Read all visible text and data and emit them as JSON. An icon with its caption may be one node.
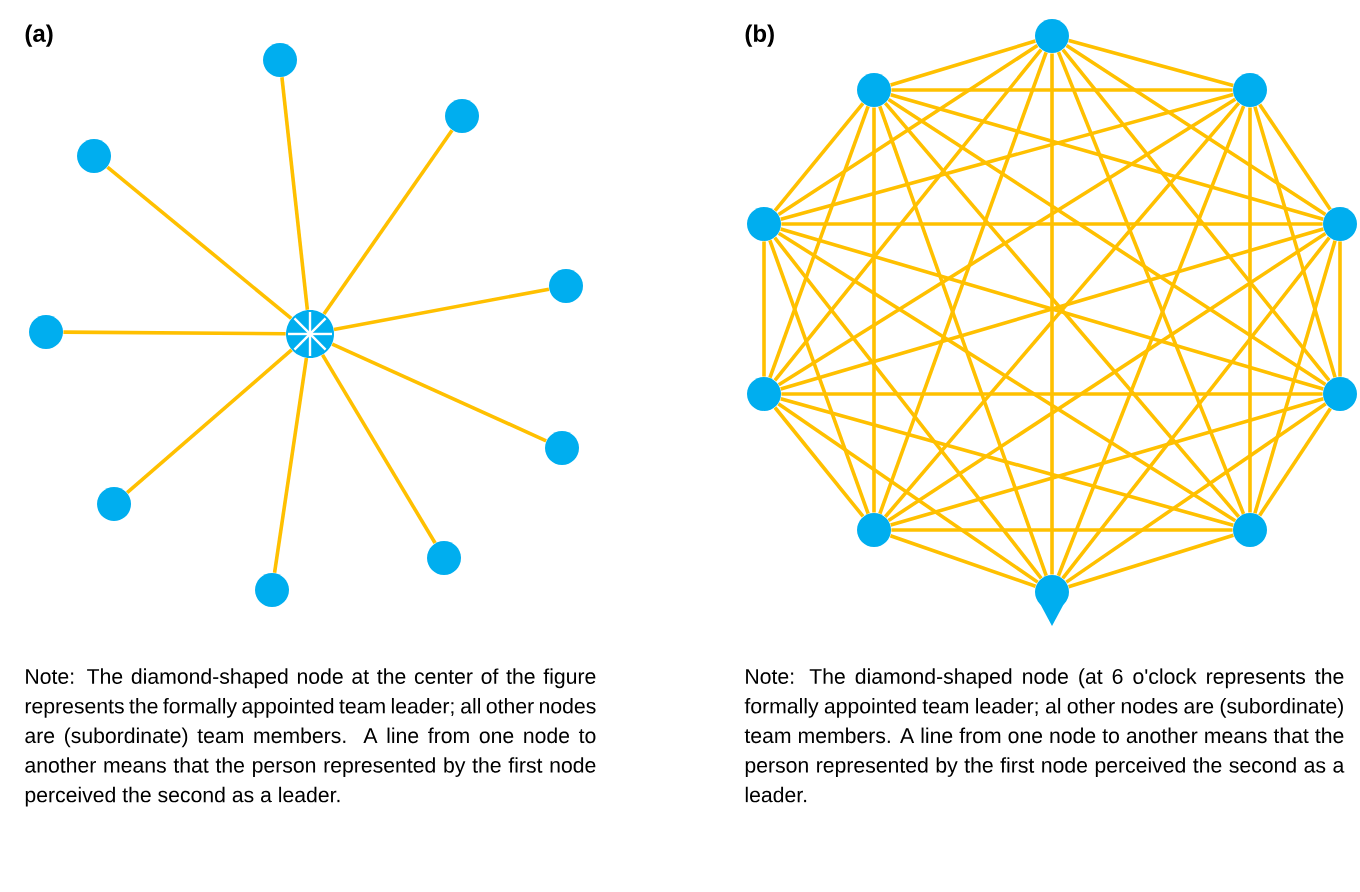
{
  "diagram": {
    "nodes": [
      {
        "text": [],
        "shape": "circle"
      },
      {
        "text": [],
        "shape": "circle"
      },
      {
        "text": [],
        "shape": "circle"
      },
      {
        "text": [],
        "shape": "circle"
      },
      {
        "text": [],
        "shape": "circle"
      },
      {
        "text": [],
        "shape": "circle"
      },
      {
        "text": [],
        "shape": "circle"
      },
      {
        "text": [],
        "shape": "circle"
      },
      {
        "text": [],
        "shape": "circle"
      },
      {
        "text": [],
        "shape": "wheel"
      },
      {
        "text": [],
        "shape": "circle"
      },
      {
        "text": [],
        "shape": "circle"
      },
      {
        "text": [],
        "shape": "circle"
      },
      {
        "text": [],
        "shape": "circle"
      },
      {
        "text": [],
        "shape": "circle"
      },
      {
        "text": [],
        "shape": "drop"
      },
      {
        "text": [],
        "shape": "circle"
      },
      {
        "text": [],
        "shape": "circle"
      },
      {
        "text": [],
        "shape": "circle"
      },
      {
        "text": [],
        "shape": "circle"
      }
    ],
    "edges": [
      {
        "from": 0,
        "to": 9,
        "arrow": "none"
      },
      {
        "from": 1,
        "to": 9,
        "arrow": "none"
      },
      {
        "from": 2,
        "to": 9,
        "arrow": "none"
      },
      {
        "from": 3,
        "to": 9,
        "arrow": "none"
      },
      {
        "from": 4,
        "to": 9,
        "arrow": "none"
      },
      {
        "from": 5,
        "to": 9,
        "arrow": "none"
      },
      {
        "from": 6,
        "to": 9,
        "arrow": "none"
      },
      {
        "from": 7,
        "to": 9,
        "arrow": "none"
      },
      {
        "from": 8,
        "to": 9,
        "arrow": "none"
      },
      {
        "from": 10,
        "to": 11,
        "arrow": "none"
      },
      {
        "from": 10,
        "to": 12,
        "arrow": "none"
      },
      {
        "from": 10,
        "to": 13,
        "arrow": "none"
      },
      {
        "from": 10,
        "to": 14,
        "arrow": "none"
      },
      {
        "from": 10,
        "to": 15,
        "arrow": "none"
      },
      {
        "from": 10,
        "to": 16,
        "arrow": "none"
      },
      {
        "from": 10,
        "to": 17,
        "arrow": "none"
      },
      {
        "from": 10,
        "to": 18,
        "arrow": "none"
      },
      {
        "from": 10,
        "to": 19,
        "arrow": "none"
      },
      {
        "from": 11,
        "to": 12,
        "arrow": "none"
      },
      {
        "from": 11,
        "to": 13,
        "arrow": "none"
      },
      {
        "from": 11,
        "to": 14,
        "arrow": "none"
      },
      {
        "from": 11,
        "to": 15,
        "arrow": "none"
      },
      {
        "from": 11,
        "to": 16,
        "arrow": "none"
      },
      {
        "from": 11,
        "to": 17,
        "arrow": "none"
      },
      {
        "from": 11,
        "to": 18,
        "arrow": "none"
      },
      {
        "from": 11,
        "to": 19,
        "arrow": "none"
      },
      {
        "from": 12,
        "to": 13,
        "arrow": "none"
      },
      {
        "from": 12,
        "to": 14,
        "arrow": "none"
      },
      {
        "from": 12,
        "to": 15,
        "arrow": "none"
      },
      {
        "from": 12,
        "to": 16,
        "arrow": "none"
      },
      {
        "from": 12,
        "to": 17,
        "arrow": "none"
      },
      {
        "from": 12,
        "to": 18,
        "arrow": "none"
      },
      {
        "from": 12,
        "to": 19,
        "arrow": "none"
      },
      {
        "from": 13,
        "to": 14,
        "arrow": "none"
      },
      {
        "from": 13,
        "to": 15,
        "arrow": "none"
      },
      {
        "from": 13,
        "to": 16,
        "arrow": "none"
      },
      {
        "from": 13,
        "to": 17,
        "arrow": "none"
      },
      {
        "from": 13,
        "to": 18,
        "arrow": "none"
      },
      {
        "from": 13,
        "to": 19,
        "arrow": "none"
      },
      {
        "from": 14,
        "to": 15,
        "arrow": "none"
      },
      {
        "from": 14,
        "to": 16,
        "arrow": "none"
      },
      {
        "from": 14,
        "to": 17,
        "arrow": "none"
      },
      {
        "from": 14,
        "to": 18,
        "arrow": "none"
      },
      {
        "from": 14,
        "to": 19,
        "arrow": "none"
      },
      {
        "from": 15,
        "to": 16,
        "arrow": "none"
      },
      {
        "from": 15,
        "to": 17,
        "arrow": "none"
      },
      {
        "from": 15,
        "to": 18,
        "arrow": "none"
      },
      {
        "from": 15,
        "to": 19,
        "arrow": "none"
      },
      {
        "from": 16,
        "to": 17,
        "arrow": "none"
      },
      {
        "from": 16,
        "to": 18,
        "arrow": "none"
      },
      {
        "from": 16,
        "to": 19,
        "arrow": "none"
      },
      {
        "from": 17,
        "to": 18,
        "arrow": "none"
      },
      {
        "from": 17,
        "to": 19,
        "arrow": "none"
      },
      {
        "from": 18,
        "to": 19,
        "arrow": "none"
      }
    ],
    "labels": [
      "(a)",
      "(b)",
      "Note: The diamond-shaped node at the center of the figure represents the formally appointed team leader; all other nodes are (subordinate) team members. A line from one node to another means that the person represented by the first node perceived the second as a leader.",
      "Note: The diamond-shaped node (at 6 o'clock represents the formally appointed team leader; al other nodes are (subordinate) team members. A line from one node to another means that the person represented by the first node perceived the second as a leader."
    ]
  }
}
